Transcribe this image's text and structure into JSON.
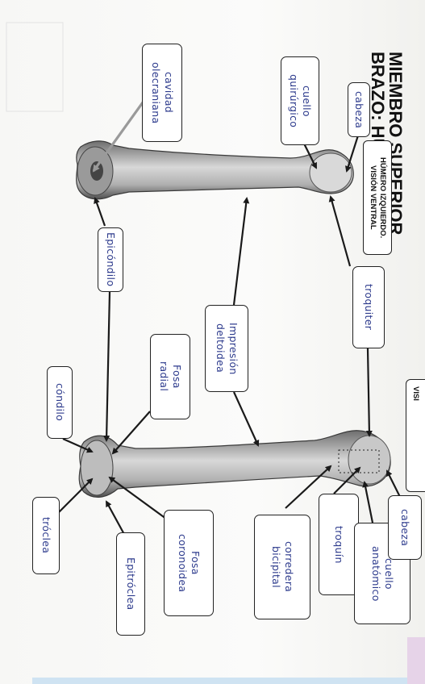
{
  "title": {
    "line1": "MIEMBRO SUPERIOR",
    "line2": "BRAZO: HÚMERO"
  },
  "subtitle": "HÚMERO IZQUIERDO.\nVISIÓN VENTRAL",
  "second_view_partial": "VISI",
  "labels": {
    "cavidad_olecraniana": "cavidad\nolecraniana",
    "cuello_quirurgico": "cuello\nquirúrgico",
    "cabeza_top": "cabeza",
    "epicondilo": "Epicóndilo",
    "impresion_deltoidea": "Impresión\ndeltoidea",
    "troquiter": "troquiter",
    "fosa_radial": "Fosa\nradial",
    "condilo": "cóndilo",
    "troclea": "tróclea",
    "epitroclea": "Epitróclea",
    "fosa_coronoidea": "Fosa\ncoronoidea",
    "corredera_bicipital": "corredera\nbicipital",
    "troquin": "troquín",
    "cuello_anatomico": "cuello\nanatómico",
    "cabeza_bottom": "cabeza"
  },
  "colors": {
    "ink": "#2c3a8c",
    "arrow": "#1a1a1a",
    "bone_light": "#cfcfcf",
    "bone_dark": "#4a4a4a"
  }
}
